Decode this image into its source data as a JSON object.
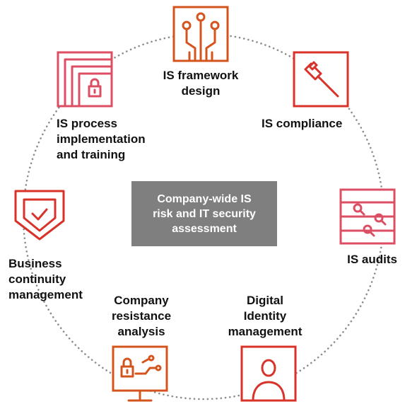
{
  "colors": {
    "orange": "#d5541e",
    "red": "#d8332a",
    "pink": "#dc4e63",
    "center_fill": "#7f7f7f",
    "dots": "#8c8c8c"
  },
  "center": {
    "lines": [
      "Company-wide IS",
      "risk and IT security",
      "assessment"
    ]
  },
  "nodes": [
    {
      "id": "framework",
      "icon": "circuit-icon",
      "color": "orange",
      "lines": [
        "IS framework",
        "design"
      ]
    },
    {
      "id": "compliance",
      "icon": "gavel-icon",
      "color": "red",
      "lines": [
        "IS compliance"
      ]
    },
    {
      "id": "audits",
      "icon": "audit-search-icon",
      "color": "pink",
      "lines": [
        "IS audits"
      ]
    },
    {
      "id": "identity",
      "icon": "person-icon",
      "color": "red",
      "lines": [
        "Digital",
        "Identity",
        "management"
      ]
    },
    {
      "id": "resistance",
      "icon": "monitor-lock-icon",
      "color": "orange",
      "lines": [
        "Company",
        "resistance",
        "analysis"
      ]
    },
    {
      "id": "continuity",
      "icon": "shield-check-icon",
      "color": "red",
      "lines": [
        "Business",
        "continuity",
        "management"
      ]
    },
    {
      "id": "process",
      "icon": "stacked-lock-icon",
      "color": "pink",
      "lines": [
        "IS process",
        "implementation",
        "and training"
      ]
    }
  ]
}
